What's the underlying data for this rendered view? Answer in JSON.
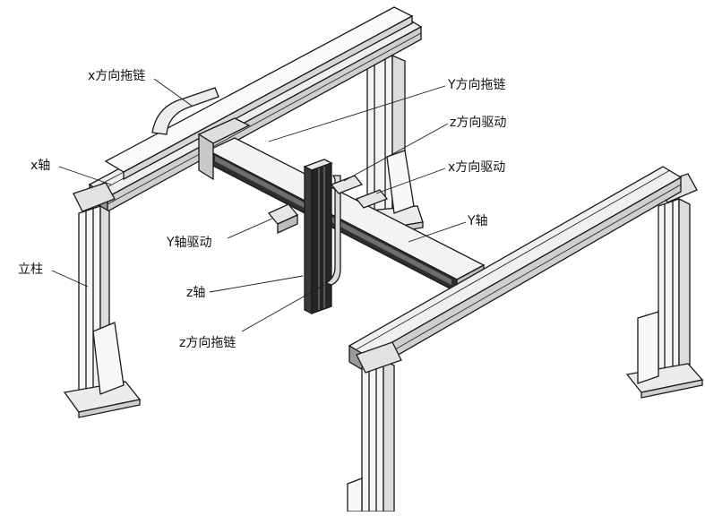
{
  "labels": {
    "x_drag_chain": "x方向拖链",
    "y_drag_chain": "Y方向拖链",
    "z_drive": "z方向驱动",
    "x_drive": "x方向驱动",
    "x_axis": "x轴",
    "y_axis": "Y轴",
    "y_axis_drive": "Y轴驱动",
    "column": "立柱",
    "z_axis": "z轴",
    "z_drag_chain": "z方向拖链"
  },
  "colors": {
    "line": "#1a1a1a",
    "face_light": "#f2f2f2",
    "face_mid": "#d9d9d9",
    "face_dark": "#8a8a8a",
    "slot": "#2b2b2b"
  }
}
